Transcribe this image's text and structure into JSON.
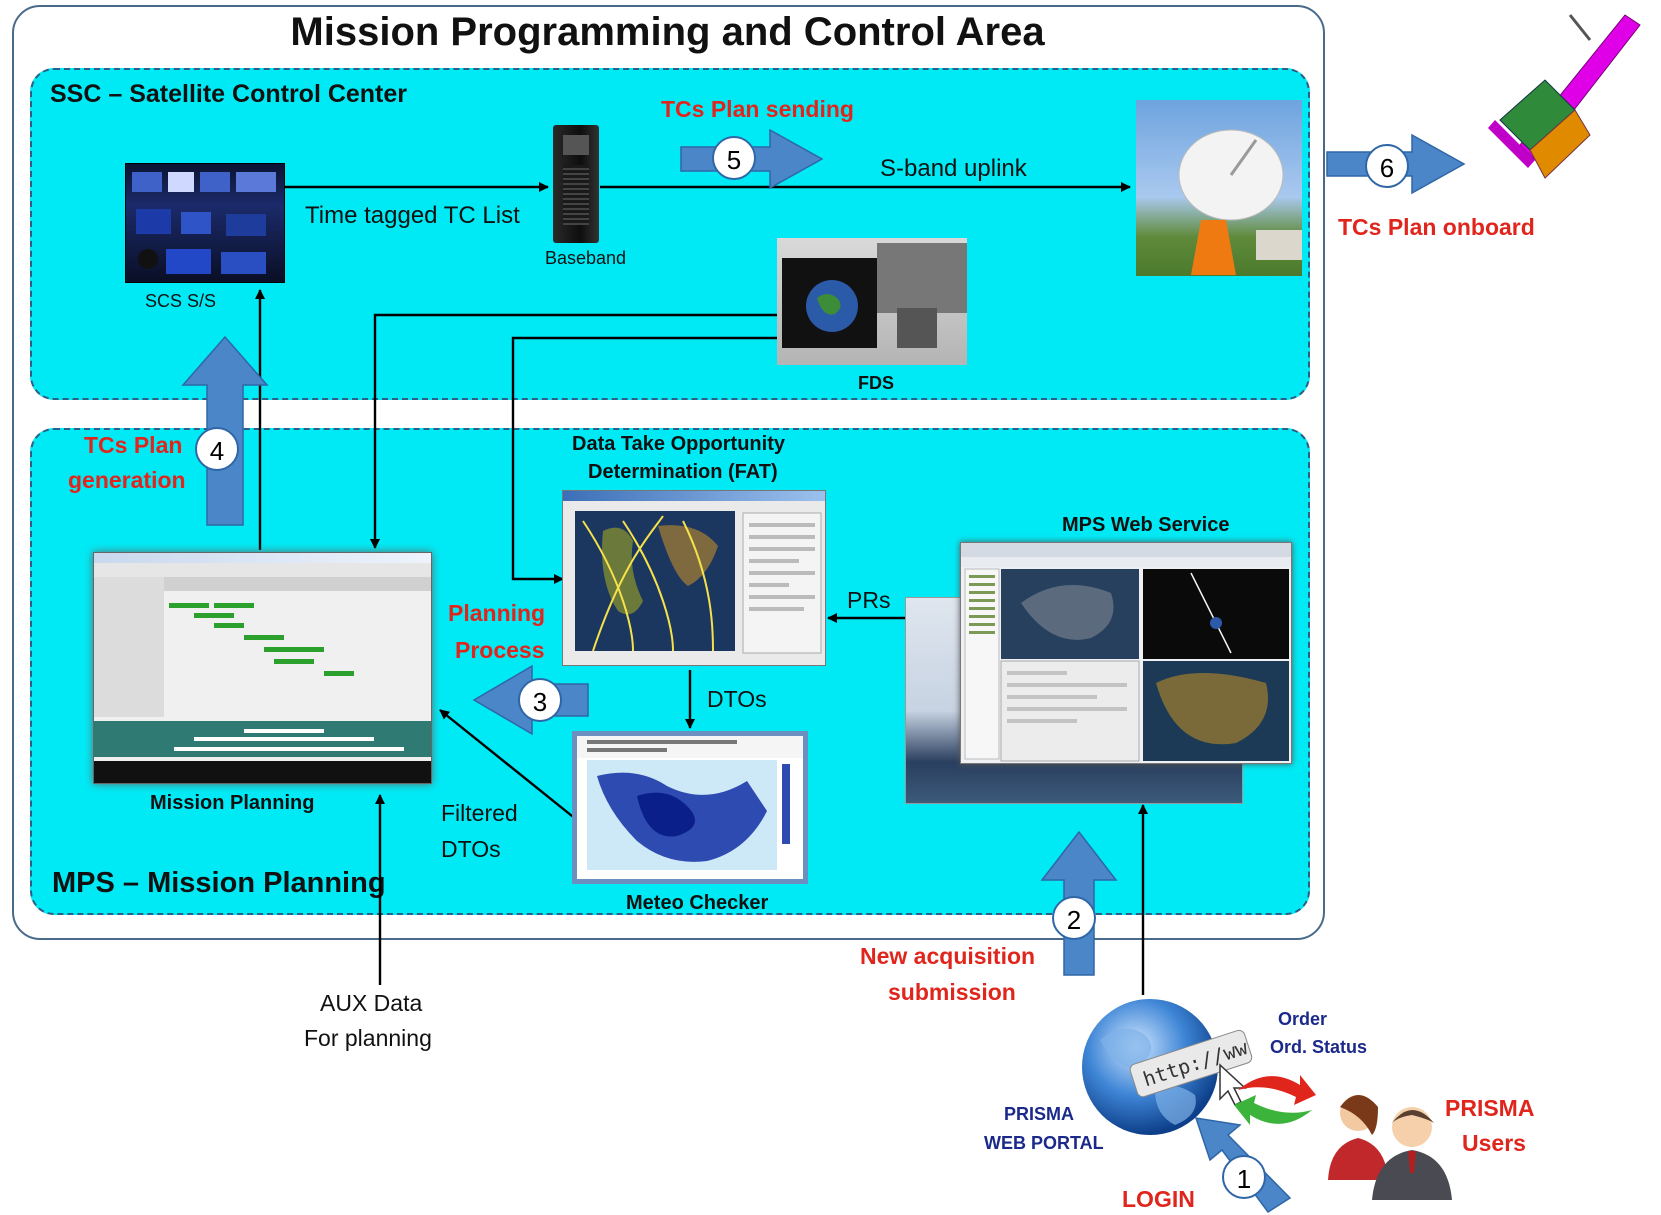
{
  "colors": {
    "zone_fill": "#00eaf6",
    "zone_border": "#2b5f85",
    "frame_border": "#4a6a8a",
    "block_arrow": "#4a86c8",
    "step_label": "#e0261c",
    "portal_label": "#1b2a8a"
  },
  "diagram": {
    "title": "Mission Programming and Control Area",
    "ssc_zone": {
      "title": "SSC – Satellite Control Center"
    },
    "mps_zone": {
      "title": "MPS – Mission Planning"
    },
    "nodes": {
      "scs": {
        "label": "SCS S/S",
        "icon": "control-room-photo"
      },
      "baseband": {
        "label": "Baseband",
        "icon": "server-tower-icon"
      },
      "antenna": {
        "icon": "ground-station-antenna-photo"
      },
      "fds": {
        "label": "FDS",
        "icon": "flight-dynamics-screen-photo"
      },
      "satellite": {
        "icon": "satellite-icon"
      },
      "fat": {
        "label_line1": "Data Take Opportunity",
        "label_line2": "Determination (FAT)",
        "icon": "ground-track-map-screenshot"
      },
      "mission_planning": {
        "label": "Mission Planning",
        "icon": "gantt-planner-screenshot"
      },
      "meteo": {
        "label": "Meteo Checker",
        "icon": "cloud-cover-map"
      },
      "web_service": {
        "label": "MPS Web Service",
        "icon": "web-service-screenshot"
      },
      "portal": {
        "label_line1": "PRISMA",
        "label_line2": "WEB PORTAL",
        "icon": "globe-http-icon"
      },
      "users": {
        "label_line1": "PRISMA",
        "label_line2": "Users",
        "icon": "users-icon"
      }
    },
    "edge_labels": {
      "tc_list": "Time tagged TC List",
      "uplink": "S-band uplink",
      "prs": "PRs",
      "dtos": "DTOs",
      "filtered_line1": "Filtered",
      "filtered_line2": "DTOs",
      "aux_line1": "AUX Data",
      "aux_line2": "For planning",
      "order": "Order",
      "order_status": "Ord. Status"
    },
    "steps": [
      {
        "number": "1",
        "label": "LOGIN"
      },
      {
        "number": "2",
        "label_line1": "New acquisition",
        "label_line2": "submission"
      },
      {
        "number": "3",
        "label_line1": "Planning",
        "label_line2": "Process"
      },
      {
        "number": "4",
        "label_line1": "TCs Plan",
        "label_line2": "generation"
      },
      {
        "number": "5",
        "label": "TCs Plan sending"
      },
      {
        "number": "6",
        "label": "TCs Plan onboard"
      }
    ]
  }
}
